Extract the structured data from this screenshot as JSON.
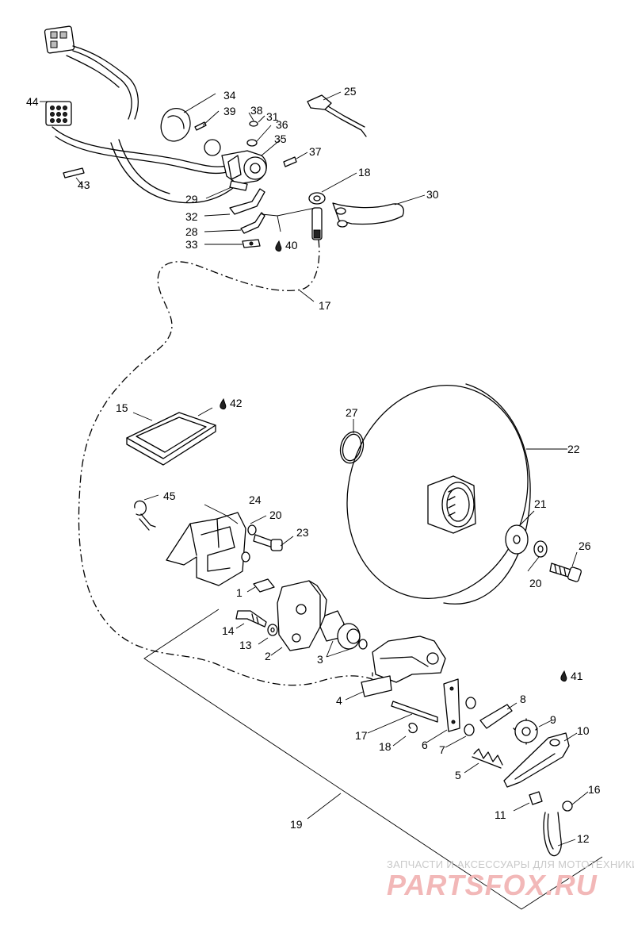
{
  "callouts": [
    "1",
    "2",
    "3",
    "4",
    "5",
    "6",
    "7",
    "8",
    "9",
    "10",
    "11",
    "12",
    "13",
    "14",
    "15",
    "16",
    "17",
    "17",
    "18",
    "18",
    "19",
    "20",
    "20",
    "20",
    "21",
    "22",
    "23",
    "24",
    "25",
    "26",
    "27",
    "28",
    "29",
    "30",
    "31",
    "32",
    "33",
    "34",
    "35",
    "36",
    "37",
    "38",
    "39",
    "40",
    "41",
    "42",
    "43",
    "44",
    "45"
  ],
  "drop_icon": "oil-drop-icon",
  "watermark": {
    "tagline": "ЗАПЧАСТИ И АКСЕССУАРЫ ДЛЯ МОТОТЕХНИКИ",
    "brand": "PARTSFOX.RU",
    "brand_color": "#f2b8b8"
  }
}
